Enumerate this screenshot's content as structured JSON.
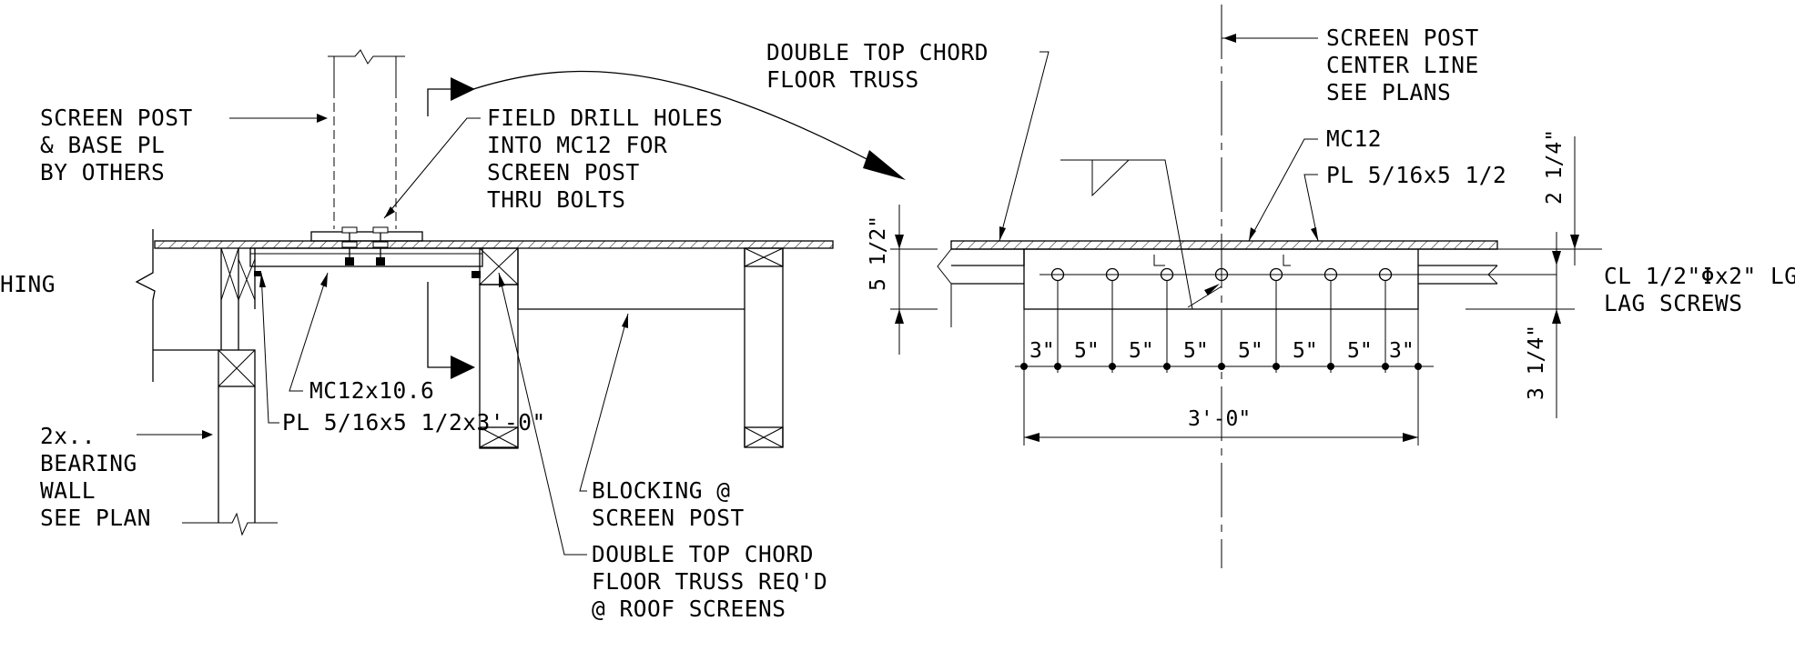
{
  "labels": {
    "screen_post_base": [
      "SCREEN POST",
      "& BASE PL",
      "BY OTHERS"
    ],
    "field_drill": [
      "FIELD DRILL HOLES",
      "INTO MC12 FOR",
      "SCREEN POST",
      "THRU BOLTS"
    ],
    "double_top_chord_a": [
      "DOUBLE TOP CHORD",
      "FLOOR TRUSS"
    ],
    "center_line": [
      "SCREEN POST",
      "CENTER LINE",
      "SEE PLANS"
    ],
    "mc12": "MC12",
    "plate_top": "PL 5/16x5 1/2",
    "partial_left": "HING",
    "channel_size": "MC12x10.6",
    "plate_left": "PL 5/16x5 1/2x3'-0\"",
    "bearing_wall": [
      "2x..",
      "BEARING",
      "WALL",
      "SEE PLAN"
    ],
    "blocking": [
      "BLOCKING @",
      "SCREEN POST"
    ],
    "double_top_chord_b": [
      "DOUBLE TOP CHORD",
      "FLOOR TRUSS REQ'D",
      "@ ROOF SCREENS"
    ],
    "lag_screws": [
      "CL 1/2\"Φx2\" LG.",
      "LAG SCREWS"
    ]
  },
  "dimensions": {
    "spacing": [
      "3\"",
      "5\"",
      "5\"",
      "5\"",
      "5\"",
      "5\"",
      "5\"",
      "3\""
    ],
    "overall": "3'-0\"",
    "depth": "5 1/2\"",
    "top_offset": "2 1/4\"",
    "bottom_offset": "3 1/4\""
  }
}
